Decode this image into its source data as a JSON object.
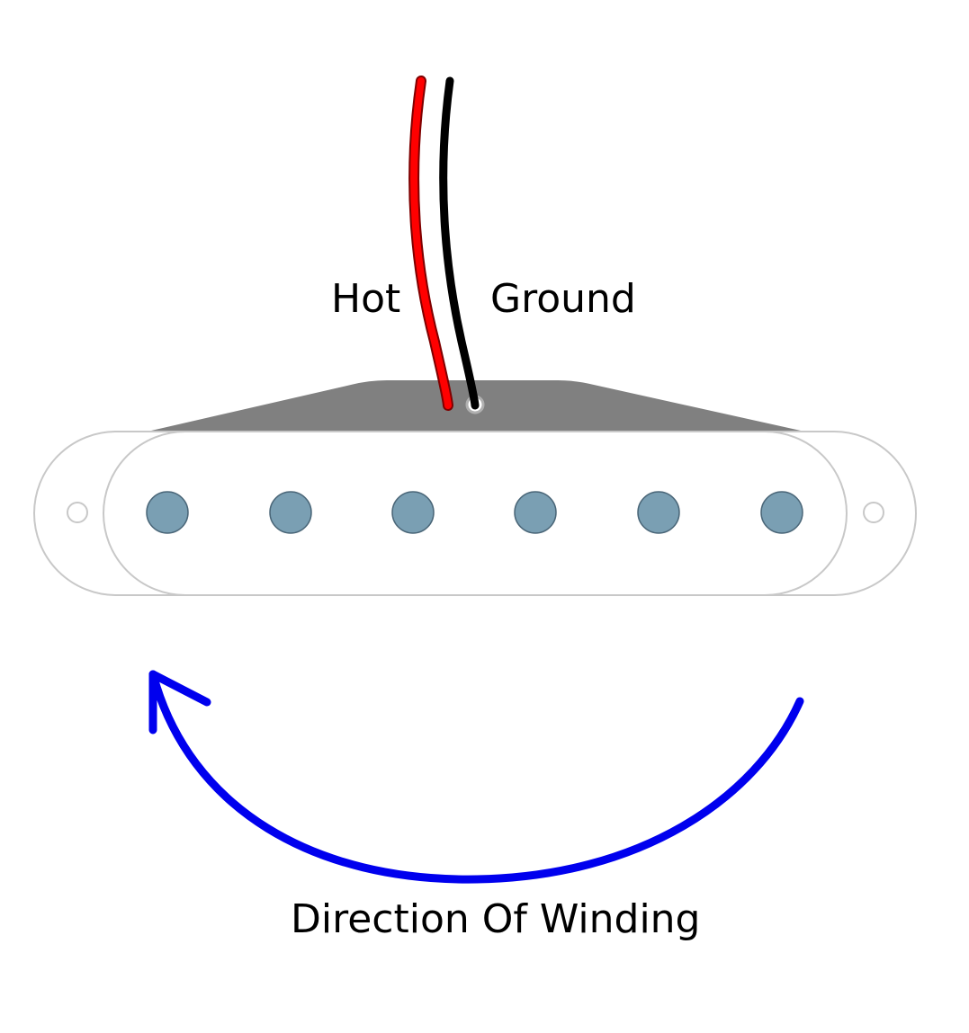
{
  "labels": {
    "hot": "Hot",
    "ground": "Ground",
    "winding": "Direction Of Winding"
  },
  "colors": {
    "hot_wire": "#ff0000",
    "ground_wire": "#000000",
    "wire_outline": "#7f0000",
    "bobbin_top": "#808080",
    "cover_outline": "#c8c8c8",
    "cover_fill": "#ffffff",
    "pole_piece_fill": "#7a9fb3",
    "pole_piece_stroke": "#4a6678",
    "arrow": "#0000ee"
  },
  "pole_pieces": [
    "pole-1",
    "pole-2",
    "pole-3",
    "pole-4",
    "pole-5",
    "pole-6"
  ],
  "icons": {
    "pickup": "single-coil-pickup",
    "arrow": "curved-arrow-counterclockwise"
  }
}
